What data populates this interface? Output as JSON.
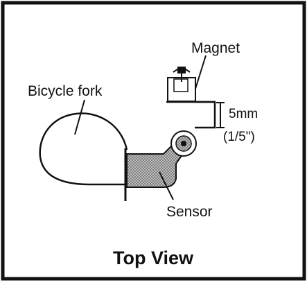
{
  "labels": {
    "magnet": "Magnet",
    "bicycle_fork": "Bicycle fork",
    "gap_mm": "5mm",
    "gap_in": "(1/5\")",
    "sensor": "Sensor"
  },
  "caption": "Top View",
  "colors": {
    "frame": "#111111",
    "ink": "#111111",
    "sensor_fill": "#9a9a9a",
    "background": "#ffffff"
  }
}
